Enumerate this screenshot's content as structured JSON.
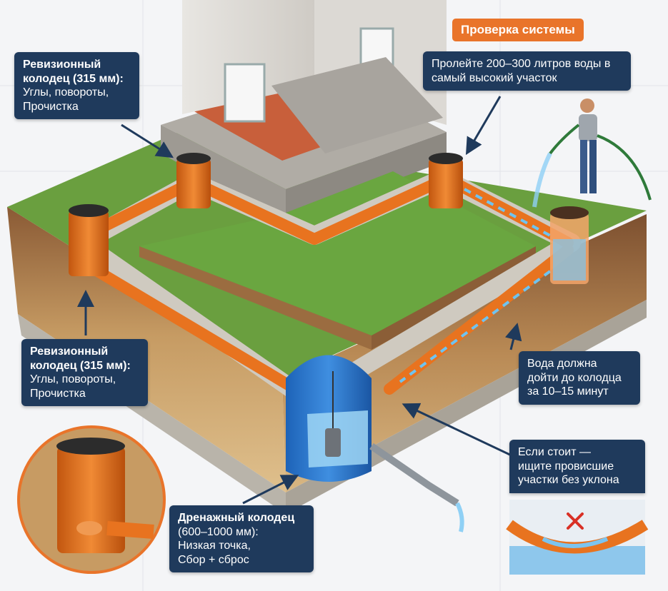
{
  "header": {
    "system_check_label": "Проверка системы"
  },
  "callouts": {
    "pour": {
      "text": "Пролейте 200–300 литров воды в самый высокий участок"
    },
    "inspection_top": {
      "title": "Ревизионный колодец (315 мм):",
      "line1": "Углы, повороты,",
      "line2": "Прочистка"
    },
    "inspection_left": {
      "title": "Ревизионный колодец (315 мм):",
      "line1": "Углы, повороты,",
      "line2": "Прочистка"
    },
    "flow_time": {
      "line1": "Вода должна",
      "line2": "дойти до колодца",
      "line3": "за 10–15 минут"
    },
    "sagging": {
      "line1": "Если стоит —",
      "line2": "ищите провисшие",
      "line3": "участки без уклона"
    },
    "drain_well": {
      "title": "Дренажный колодец",
      "line1": "(600–1000 мм):",
      "line2": "Низкая точка,",
      "line3": "Сбор + сброс"
    }
  },
  "colors": {
    "callout_bg": "#1f3a5c",
    "accent": "#e9742a",
    "pipe": "#e8731f",
    "grass": "#5b9a3a",
    "water": "#4aa3e0",
    "error_mark": "#d93025"
  },
  "icons": [
    "error-x-icon",
    "arrow-icon",
    "house-icon",
    "person-icon"
  ]
}
